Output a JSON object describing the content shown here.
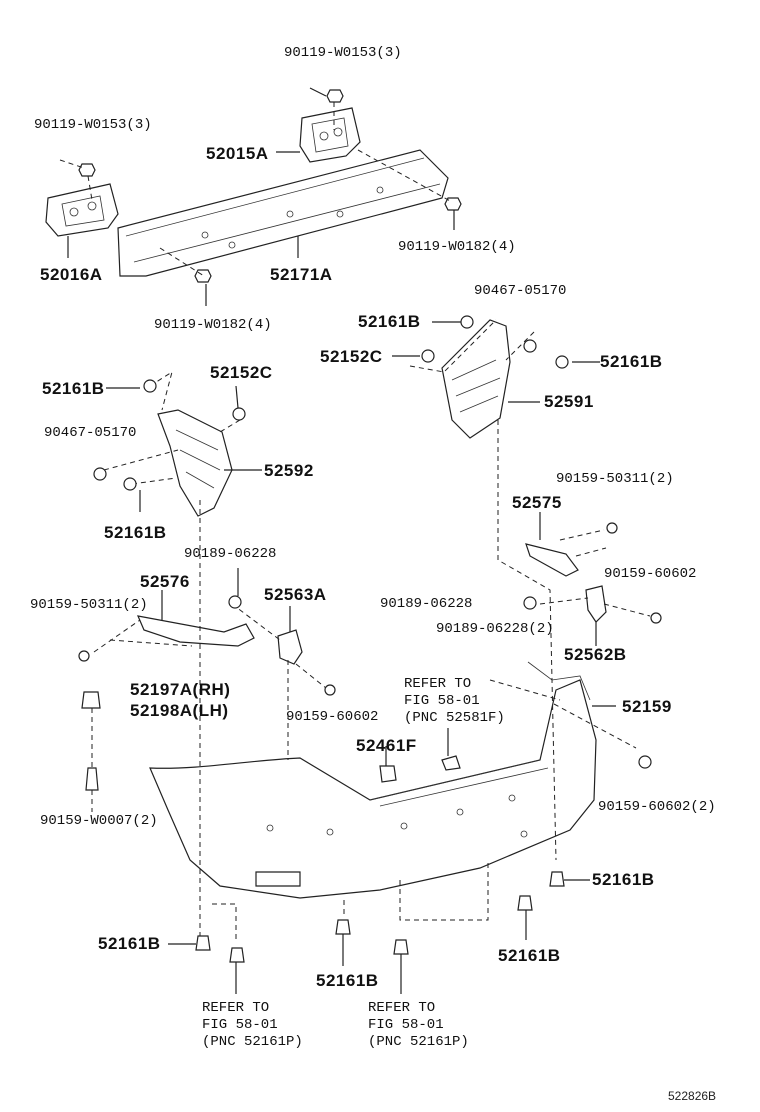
{
  "diagram_code": "522826B",
  "labels": [
    {
      "id": "l01",
      "text": "90119-W0153(3)",
      "style": "mono"
    },
    {
      "id": "l02",
      "text": "90119-W0153(3)",
      "style": "mono"
    },
    {
      "id": "l03",
      "text": "52015A",
      "style": "big"
    },
    {
      "id": "l04",
      "text": "52016A",
      "style": "big"
    },
    {
      "id": "l05",
      "text": "52171A",
      "style": "big"
    },
    {
      "id": "l06",
      "text": "90119-W0182(4)",
      "style": "mono"
    },
    {
      "id": "l07",
      "text": "90119-W0182(4)",
      "style": "mono"
    },
    {
      "id": "l08",
      "text": "90467-05170",
      "style": "mono"
    },
    {
      "id": "l09",
      "text": "52161B",
      "style": "big"
    },
    {
      "id": "l10",
      "text": "52152C",
      "style": "big"
    },
    {
      "id": "l11",
      "text": "52161B",
      "style": "big"
    },
    {
      "id": "l12",
      "text": "52591",
      "style": "big"
    },
    {
      "id": "l13",
      "text": "52161B",
      "style": "big"
    },
    {
      "id": "l14",
      "text": "52152C",
      "style": "big"
    },
    {
      "id": "l15",
      "text": "90467-05170",
      "style": "mono"
    },
    {
      "id": "l16",
      "text": "52592",
      "style": "big"
    },
    {
      "id": "l17",
      "text": "52161B",
      "style": "big"
    },
    {
      "id": "l18",
      "text": "90159-50311(2)",
      "style": "mono"
    },
    {
      "id": "l19",
      "text": "52575",
      "style": "big"
    },
    {
      "id": "l20",
      "text": "90189-06228",
      "style": "mono"
    },
    {
      "id": "l21",
      "text": "90159-60602",
      "style": "mono"
    },
    {
      "id": "l22",
      "text": "52576",
      "style": "big"
    },
    {
      "id": "l23",
      "text": "52563A",
      "style": "big"
    },
    {
      "id": "l24",
      "text": "90189-06228",
      "style": "mono"
    },
    {
      "id": "l25",
      "text": "90159-50311(2)",
      "style": "mono"
    },
    {
      "id": "l26",
      "text": "90189-06228(2)",
      "style": "mono"
    },
    {
      "id": "l27",
      "text": "52562B",
      "style": "big"
    },
    {
      "id": "l28",
      "text": "52197A(RH)",
      "style": "big"
    },
    {
      "id": "l29",
      "text": "52198A(LH)",
      "style": "big"
    },
    {
      "id": "l30",
      "text": "90159-60602",
      "style": "mono"
    },
    {
      "id": "l31",
      "text": "52159",
      "style": "big"
    },
    {
      "id": "l32",
      "text": "52461F",
      "style": "big"
    },
    {
      "id": "l33",
      "text": "90159-W0007(2)",
      "style": "mono"
    },
    {
      "id": "l34",
      "text": "90159-60602(2)",
      "style": "mono"
    },
    {
      "id": "l35",
      "text": "52161B",
      "style": "big"
    },
    {
      "id": "l36",
      "text": "52161B",
      "style": "big"
    },
    {
      "id": "l37",
      "text": "52161B",
      "style": "big"
    },
    {
      "id": "l38",
      "text": "52161B",
      "style": "big"
    }
  ],
  "references": [
    {
      "id": "r1",
      "line1": "REFER TO",
      "line2": "FIG 58-01",
      "line3": "(PNC 52581F)"
    },
    {
      "id": "r2",
      "line1": "REFER TO",
      "line2": "FIG 58-01",
      "line3": "(PNC 52161P)"
    },
    {
      "id": "r3",
      "line1": "REFER TO",
      "line2": "FIG 58-01",
      "line3": "(PNC 52161P)"
    }
  ]
}
